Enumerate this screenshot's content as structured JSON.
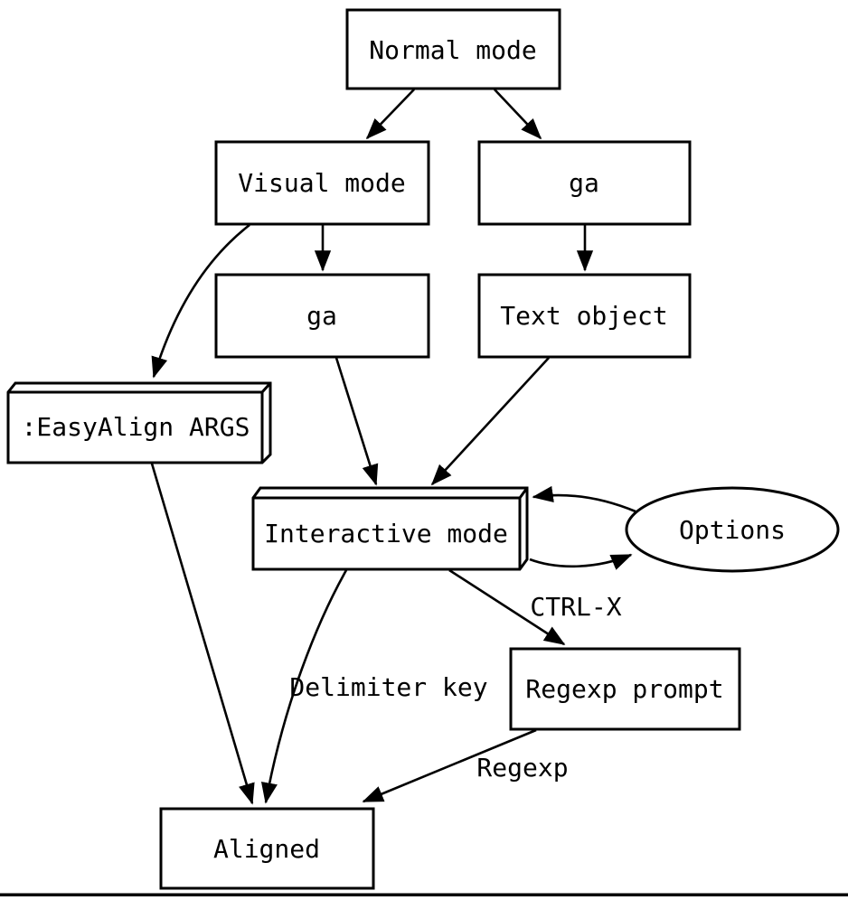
{
  "diagram": {
    "background_color": "#ffffff",
    "line_color": "#000000",
    "nodes": {
      "normal_mode": {
        "label": "Normal mode",
        "shape": "box"
      },
      "visual_mode": {
        "label": "Visual mode",
        "shape": "box"
      },
      "ga_from_normal": {
        "label": "ga",
        "shape": "box"
      },
      "ga_from_visual": {
        "label": "ga",
        "shape": "box"
      },
      "text_object": {
        "label": "Text object",
        "shape": "box"
      },
      "easyalign_command": {
        "label": ":EasyAlign ARGS",
        "shape": "box3d"
      },
      "interactive_mode": {
        "label": "Interactive mode",
        "shape": "box3d"
      },
      "options": {
        "label": "Options",
        "shape": "ellipse"
      },
      "regexp_prompt": {
        "label": "Regexp prompt",
        "shape": "box"
      },
      "aligned": {
        "label": "Aligned",
        "shape": "box"
      }
    },
    "edge_labels": {
      "ctrl_x": "CTRL-X",
      "delimiter_key": "Delimiter key",
      "regexp": "Regexp"
    },
    "edges": [
      {
        "from": "normal_mode",
        "to": "visual_mode",
        "label": ""
      },
      {
        "from": "normal_mode",
        "to": "ga_from_normal",
        "label": ""
      },
      {
        "from": "visual_mode",
        "to": "ga_from_visual",
        "label": ""
      },
      {
        "from": "ga_from_normal",
        "to": "text_object",
        "label": ""
      },
      {
        "from": "visual_mode",
        "to": "easyalign_command",
        "label": ""
      },
      {
        "from": "ga_from_visual",
        "to": "interactive_mode",
        "label": ""
      },
      {
        "from": "text_object",
        "to": "interactive_mode",
        "label": ""
      },
      {
        "from": "options",
        "to": "interactive_mode",
        "label": ""
      },
      {
        "from": "interactive_mode",
        "to": "options",
        "label": ""
      },
      {
        "from": "interactive_mode",
        "to": "regexp_prompt",
        "label": "CTRL-X"
      },
      {
        "from": "interactive_mode",
        "to": "aligned",
        "label": "Delimiter key"
      },
      {
        "from": "easyalign_command",
        "to": "aligned",
        "label": ""
      },
      {
        "from": "regexp_prompt",
        "to": "aligned",
        "label": "Regexp"
      }
    ]
  }
}
